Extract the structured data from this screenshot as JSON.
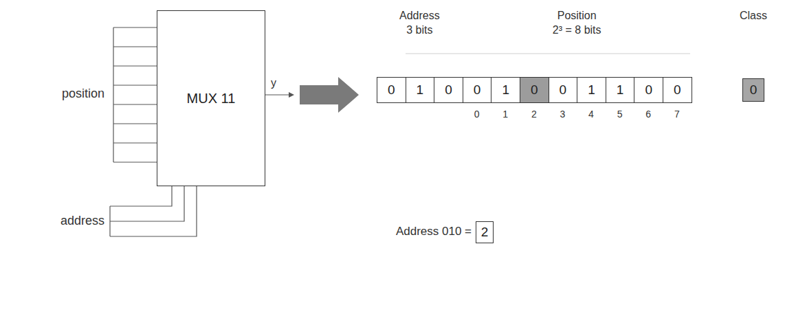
{
  "diagram": {
    "nodes": [
      {
        "text": [
          "MUX 11"
        ]
      },
      {
        "text": [
          "0"
        ]
      },
      {
        "text": [
          "1"
        ]
      },
      {
        "text": [
          "0"
        ]
      },
      {
        "text": [
          "0"
        ]
      },
      {
        "text": [
          "1"
        ]
      },
      {
        "text": [
          "0"
        ]
      },
      {
        "text": [
          "0"
        ]
      },
      {
        "text": [
          "1"
        ]
      },
      {
        "text": [
          "1"
        ]
      },
      {
        "text": [
          "0"
        ]
      },
      {
        "text": [
          "0"
        ]
      },
      {
        "text": [
          "0"
        ]
      },
      {
        "text": [
          "2"
        ]
      }
    ],
    "labels": [
      "position",
      "address",
      "y",
      "Address",
      "3 bits",
      "Position",
      "2³ = 8 bits",
      "Class",
      "0",
      "1",
      "2",
      "3",
      "4",
      "5",
      "6",
      "7",
      "Address 010 ="
    ]
  }
}
